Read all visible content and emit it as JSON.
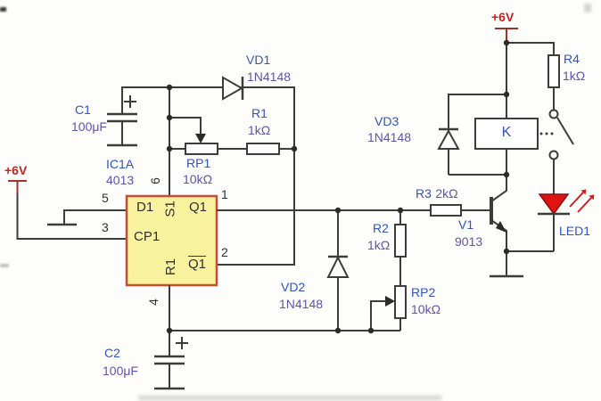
{
  "colors": {
    "designator_blue": "#3253c3",
    "value_purple": "#5d54af",
    "power_red": "#c22420",
    "wire": "#3c3c3c",
    "ic_fill": "#f8f19e",
    "ic_border": "#cc4a2f",
    "led_red": "#e01212"
  },
  "power": {
    "left_label": "+6V",
    "right_label": "+6V"
  },
  "ic": {
    "ref": "IC1A",
    "part": "4013",
    "pins": {
      "d": {
        "num": "5",
        "name": "D1"
      },
      "cp": {
        "num": "3",
        "name": "CP1"
      },
      "s": {
        "num": "6",
        "name": "S1"
      },
      "r": {
        "num": "4",
        "name": "R1"
      },
      "q": {
        "num": "1",
        "name": "Q1"
      },
      "qbar": {
        "num": "2",
        "name": "Q1"
      }
    }
  },
  "components": {
    "c1": {
      "ref": "C1",
      "value": "100μF"
    },
    "c2": {
      "ref": "C2",
      "value": "100μF"
    },
    "vd1": {
      "ref": "VD1",
      "value": "1N4148"
    },
    "vd2": {
      "ref": "VD2",
      "value": "1N4148"
    },
    "vd3": {
      "ref": "VD3",
      "value": "1N4148"
    },
    "r1": {
      "ref": "R1",
      "value": "1kΩ"
    },
    "r2": {
      "ref": "R2",
      "value": "1kΩ"
    },
    "r3": {
      "ref": "R3",
      "value": "2kΩ"
    },
    "r4": {
      "ref": "R4",
      "value": "1kΩ"
    },
    "rp1": {
      "ref": "RP1",
      "value": "10kΩ"
    },
    "rp2": {
      "ref": "RP2",
      "value": "10kΩ"
    },
    "v1": {
      "ref": "V1",
      "value": "9013"
    },
    "k": {
      "ref": "K"
    },
    "led1": {
      "ref": "LED1"
    }
  }
}
